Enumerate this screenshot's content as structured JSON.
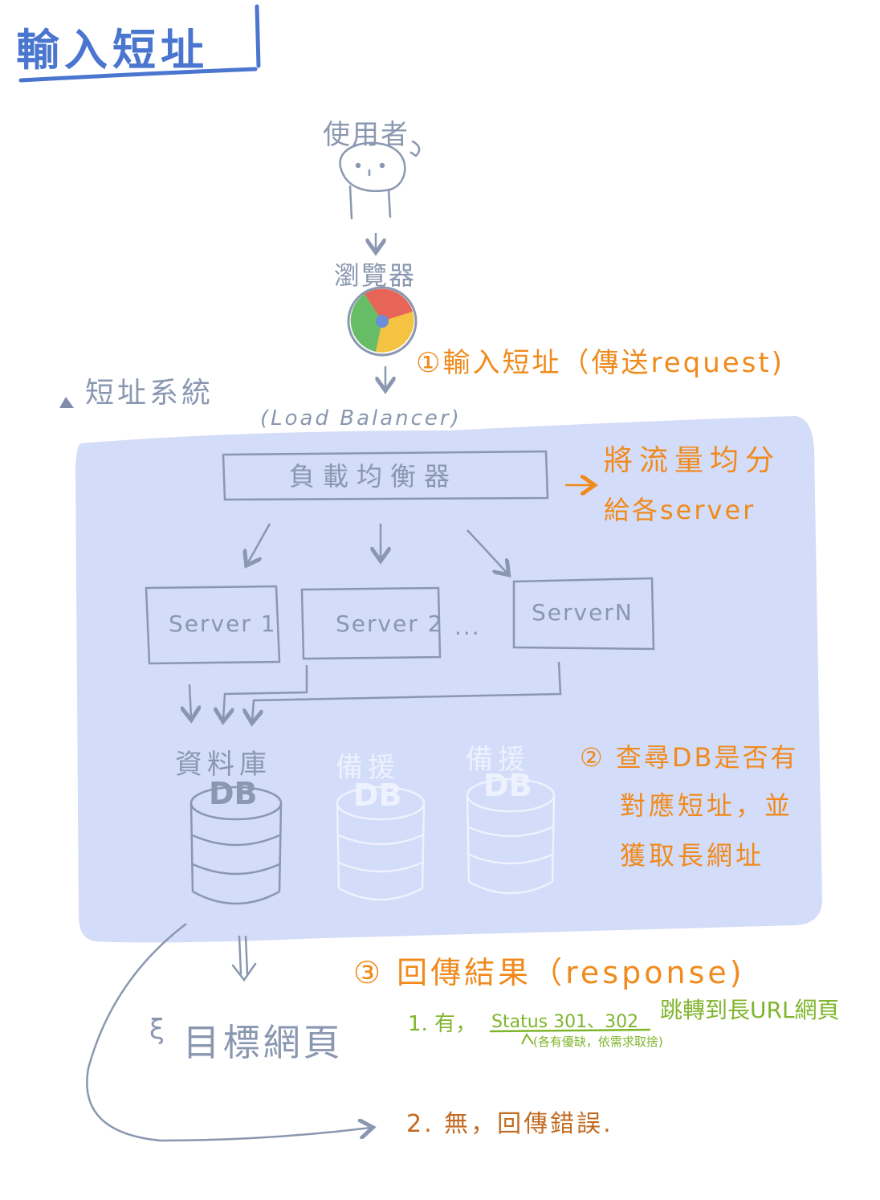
{
  "title": "輸入短址",
  "user": {
    "label": "使用者"
  },
  "browser": {
    "label": "瀏覽器"
  },
  "step1": {
    "label": "①輸入短址（傳送request)"
  },
  "system": {
    "label": "短址系統"
  },
  "load_balancer": {
    "en_label": "(Load Balancer)",
    "zh_label": "負載均衡器",
    "note_line1": "將流量均分",
    "note_line2": "給各server"
  },
  "servers": [
    {
      "label": "Server 1"
    },
    {
      "label": "Server 2"
    },
    {
      "label": "ServerN"
    }
  ],
  "server_ellipsis": "...",
  "databases": [
    {
      "label": "資料庫",
      "text": "DB"
    },
    {
      "label": "備援",
      "text": "DB"
    },
    {
      "label": "備援",
      "text": "DB"
    }
  ],
  "step2": {
    "line1": "② 查尋DB是否有",
    "line2": "對應短址，並",
    "line3": "獲取長網址"
  },
  "step3": {
    "label": "③ 回傳結果（response)"
  },
  "result_yes": {
    "prefix": "1. 有，",
    "status": "Status 301、302",
    "suffix": "跳轉到長URL網頁",
    "note": "(各有優缺，依需求取捨)"
  },
  "target": {
    "label": "目標網頁"
  },
  "result_no": {
    "label": "2. 無，回傳錯誤."
  },
  "colors": {
    "title": "#4a76cf",
    "system_bg": "#d3dcf8",
    "pen": "#8a97b0",
    "orange": "#f08a1c",
    "green": "#7fb52c",
    "brown": "#c26a20"
  }
}
